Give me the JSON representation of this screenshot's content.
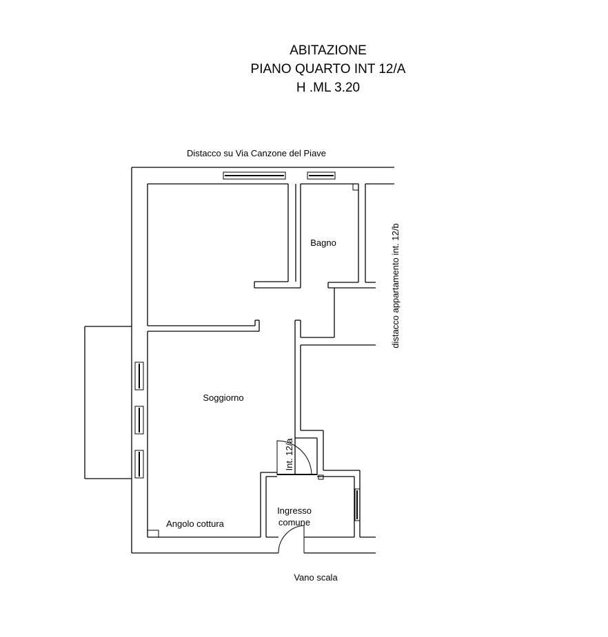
{
  "title": {
    "line1": "ABITAZIONE",
    "line2": "PIANO QUARTO INT 12/A",
    "line3": "H .ML 3.20"
  },
  "labels": {
    "top_boundary": "Distacco su Via Canzone del Piave",
    "right_boundary": "distacco appartamento int. 12/b",
    "bathroom": "Bagno",
    "living_room": "Soggiorno",
    "unit_entrance": "Int. 12/a",
    "kitchen_corner": "Angolo cottura",
    "common_entrance_line1": "Ingresso",
    "common_entrance_line2": "comune",
    "stairwell": "Vano scala"
  },
  "colors": {
    "lines": "#000000",
    "background": "#ffffff"
  }
}
